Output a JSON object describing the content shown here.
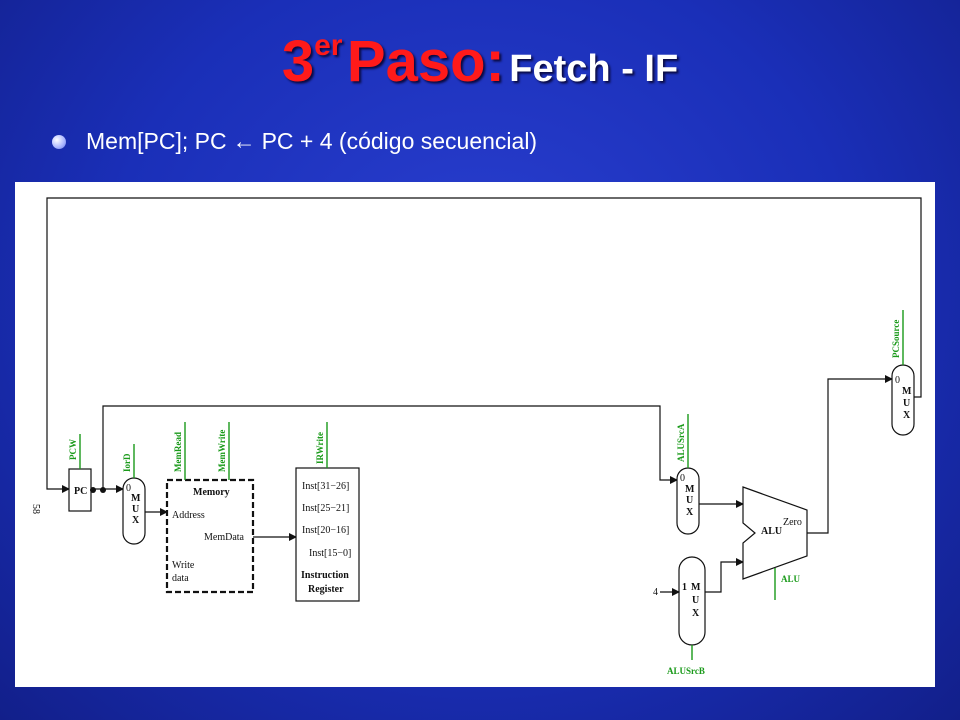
{
  "slide": {
    "title_main": "3",
    "title_sup": "er",
    "title_paso": "Paso:",
    "title_sub": "Fetch - IF",
    "bullet_left": "Mem[PC]; PC",
    "bullet_arrow": "←",
    "bullet_right": "PC + 4 (código secuencial)"
  },
  "diagram": {
    "page_number": "58",
    "pc_label": "PC",
    "control_signals": {
      "pcw": "PCW",
      "iord": "IorD",
      "memread": "MemRead",
      "memwrite": "MemWrite",
      "irwrite": "IRWrite",
      "alusrca": "ALUSrcA",
      "alusrcb": "ALUSrcB",
      "alu_ctl": "ALU",
      "pcsource": "PCSource"
    },
    "mux_letters": [
      "M",
      "U",
      "X"
    ],
    "mux_inputs": {
      "iord_zero": "0",
      "alusrca_zero": "0",
      "alusrcb_one": "1",
      "alusrcb_four": "4",
      "pcsource_zero": "0"
    },
    "memory": {
      "title": "Memory",
      "address": "Address",
      "memdata": "MemData",
      "write": "Write",
      "data": "data"
    },
    "instruction_register": {
      "fields": [
        "Inst[31−26]",
        "Inst[25−21]",
        "Inst[20−16]",
        "Inst[15−0]"
      ],
      "title_1": "Instruction",
      "title_2": "Register"
    },
    "alu": {
      "label": "ALU",
      "zero": "Zero"
    }
  }
}
